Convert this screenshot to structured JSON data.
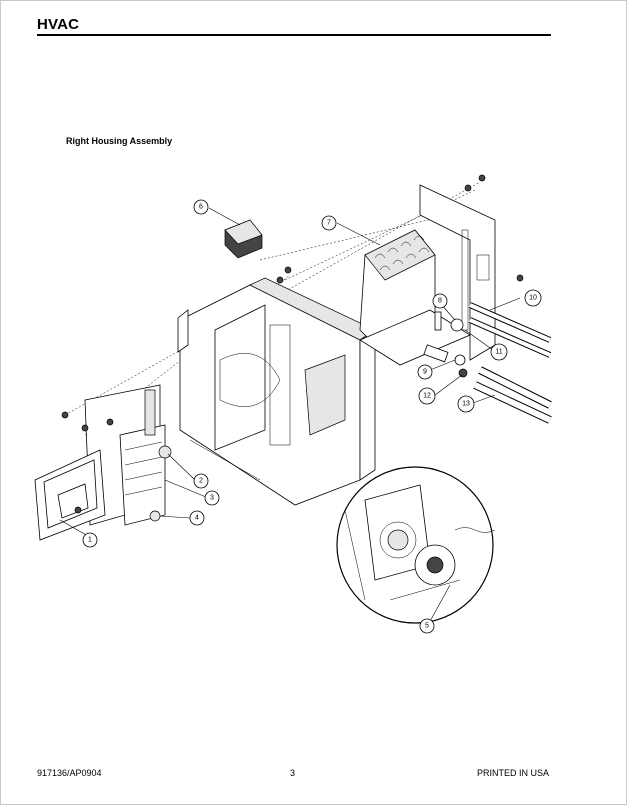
{
  "header": {
    "title": "HVAC"
  },
  "section": {
    "title": "Right Housing Assembly"
  },
  "diagram": {
    "callouts": [
      "1",
      "2",
      "3",
      "4",
      "5",
      "6",
      "7",
      "8",
      "9",
      "10",
      "11",
      "12",
      "13"
    ]
  },
  "footer": {
    "doc_number": "917136/AP0904",
    "page_number": "3",
    "printed": "PRINTED IN USA"
  }
}
